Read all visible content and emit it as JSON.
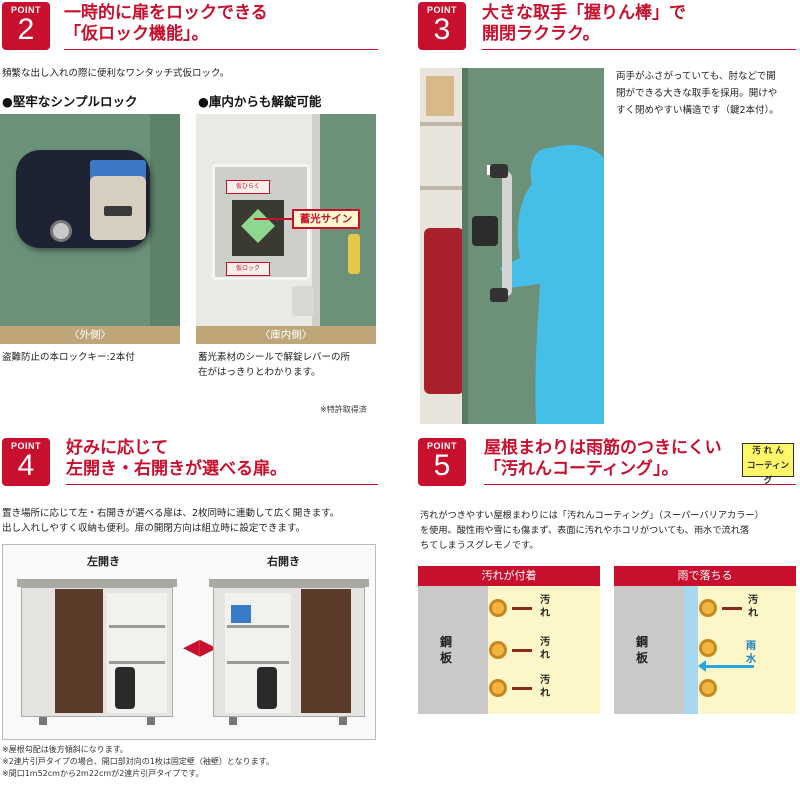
{
  "colors": {
    "accent": "#c8102e",
    "caption": "#bfa679",
    "wall": "#6f9480",
    "cream": "#fdf6c8"
  },
  "p2": {
    "label": "POINT",
    "num": "2",
    "title1": "一時的に扉をロックできる",
    "title2": "「仮ロック機能」。",
    "intro": "頻繁な出し入れの際に便利なワンタッチ式仮ロック。",
    "sub1": "●堅牢なシンプルロック",
    "sub2": "●庫内からも解錠可能",
    "cap_out": "〈外側〉",
    "cap_in": "〈庫内側〉",
    "desc_out": "盗難防止の本ロックキー:2本付",
    "desc_in1": "蓄光素材のシールで解錠レバーの所",
    "desc_in2": "在がはっきりとわかります。",
    "callout": "蓄光サイン",
    "sticker_top": "仮ひらく",
    "sticker_bot": "仮ロック",
    "patent": "※特許取得済"
  },
  "p3": {
    "label": "POINT",
    "num": "3",
    "title1": "大きな取手「握りん棒」で",
    "title2": "開閉ラクラク。",
    "desc": [
      "両手がふさがっていても、肘などで開",
      "閉ができる大きな取手を採用。開けや",
      "すく閉めやすい構造です（鍵2本付）。"
    ]
  },
  "p4": {
    "label": "POINT",
    "num": "4",
    "title1": "好みに応じて",
    "title2": "左開き・右開きが選べる扉。",
    "desc1": "置き場所に応じて左・右開きが選べる扉は、2枚同時に連動して広く開きます。",
    "desc2": "出し入れしやすく収納も便利。扉の開閉方向は組立時に設定できます。",
    "left_label": "左開き",
    "right_label": "右開き",
    "notes": [
      "※屋根勾配は後方傾斜になります。",
      "※2連片引戸タイプの場合、開口部対向の1枚は固定壁（袖壁）となります。",
      "※間口1m52cmから2m22cmが2連片引戸タイプです。"
    ]
  },
  "p5": {
    "label": "POINT",
    "num": "5",
    "title1": "屋根まわりは雨筋のつきにくい",
    "title2": "「汚れんコーティング」。",
    "logo1": "汚 れ ん",
    "logo2": "コーティング",
    "desc": [
      "汚れがつきやすい屋根まわりには「汚れんコーティング」（スーパーバリアカラー）",
      "を使用。酸性雨や雪にも傷まず、表面に汚れやホコリがついても、雨水で流れ落",
      "ちてしまうスグレモノです。"
    ],
    "left_head": "汚れが付着",
    "right_head": "雨で落ちる",
    "steel": "鋼板",
    "dirt": "汚れ",
    "rain": "雨水"
  }
}
